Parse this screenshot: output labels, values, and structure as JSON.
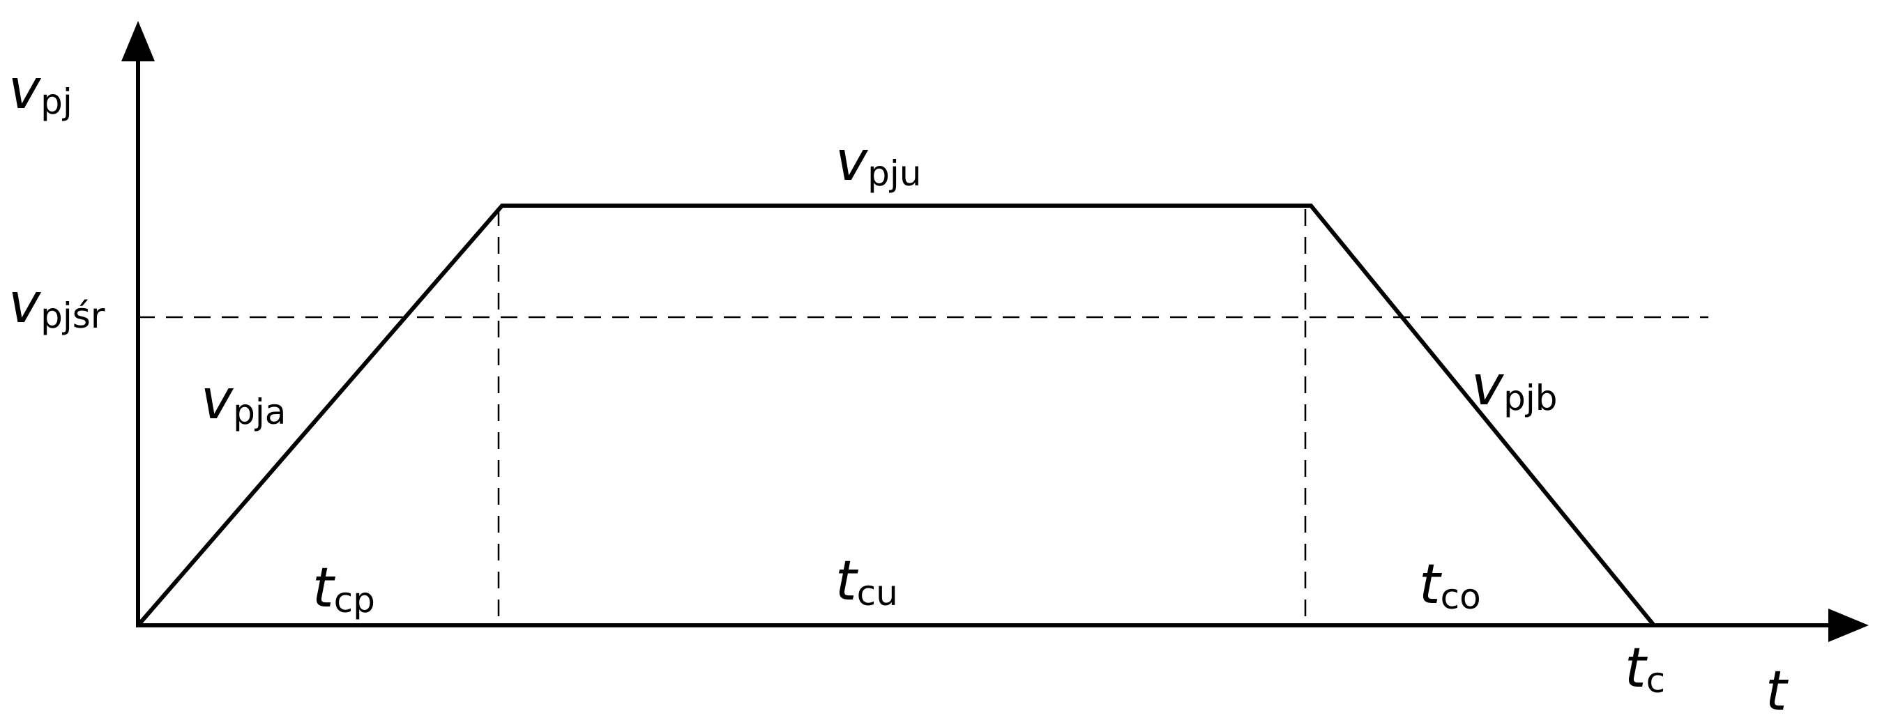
{
  "labels": {
    "y_axis": {
      "main": "v",
      "sub": "pj"
    },
    "x_axis": {
      "main": "t",
      "sub": ""
    },
    "v_avg": {
      "main": "v",
      "sub": "pjśr"
    },
    "v_accel": {
      "main": "v",
      "sub": "pja"
    },
    "v_uniform": {
      "main": "v",
      "sub": "pju"
    },
    "v_brake": {
      "main": "v",
      "sub": "pjb"
    },
    "t_accel": {
      "main": "t",
      "sub": "cp"
    },
    "t_uniform": {
      "main": "t",
      "sub": "cu"
    },
    "t_brake": {
      "main": "t",
      "sub": "co"
    },
    "t_total": {
      "main": "t",
      "sub": "c"
    }
  }
}
